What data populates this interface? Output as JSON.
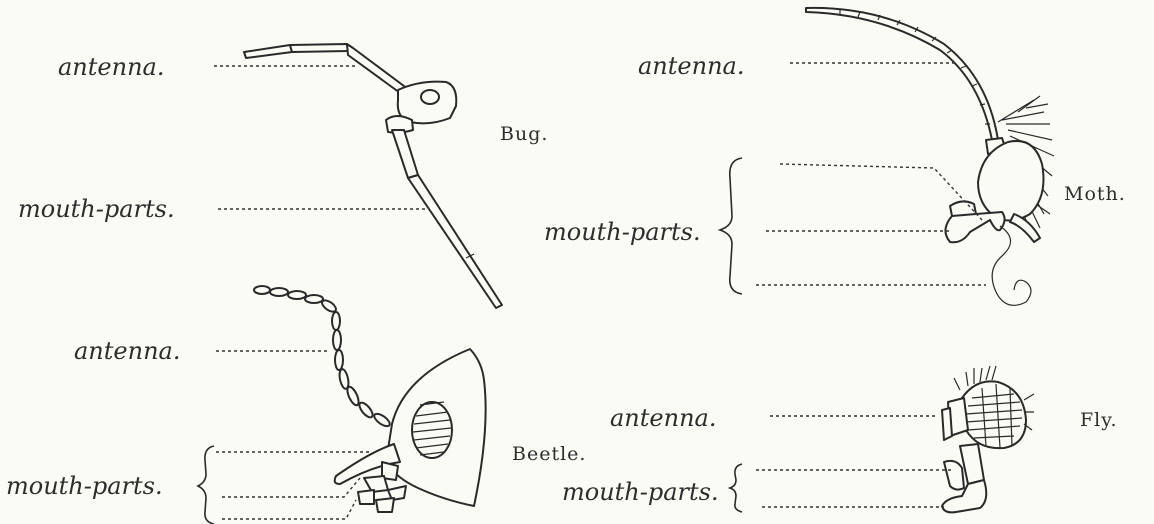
{
  "figures": {
    "bug": {
      "name": "Bug.",
      "antenna_label": "antenna.",
      "mouthparts_label": "mouth-parts."
    },
    "moth": {
      "name": "Moth.",
      "antenna_label": "antenna.",
      "mouthparts_label": "mouth-parts."
    },
    "beetle": {
      "name": "Beetle.",
      "antenna_label": "antenna.",
      "mouthparts_label": "mouth-parts."
    },
    "fly": {
      "name": "Fly.",
      "antenna_label": "antenna.",
      "mouthparts_label": "mouth-parts."
    }
  }
}
